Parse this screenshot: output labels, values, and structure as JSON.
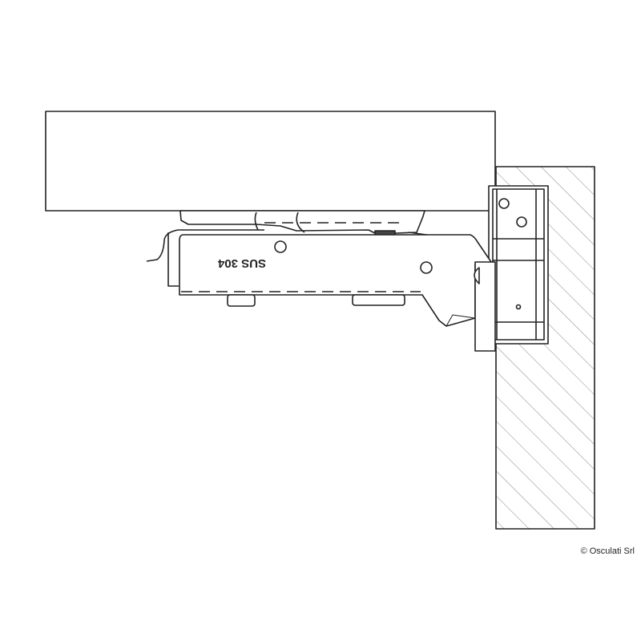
{
  "drawing": {
    "title": "Concealed hinge mounted on cabinet wall",
    "stamp_text": "SUS 304",
    "line_color": "#222222",
    "hatch_color": "#777777"
  },
  "footer": {
    "copyright": "© Osculati Srl"
  }
}
